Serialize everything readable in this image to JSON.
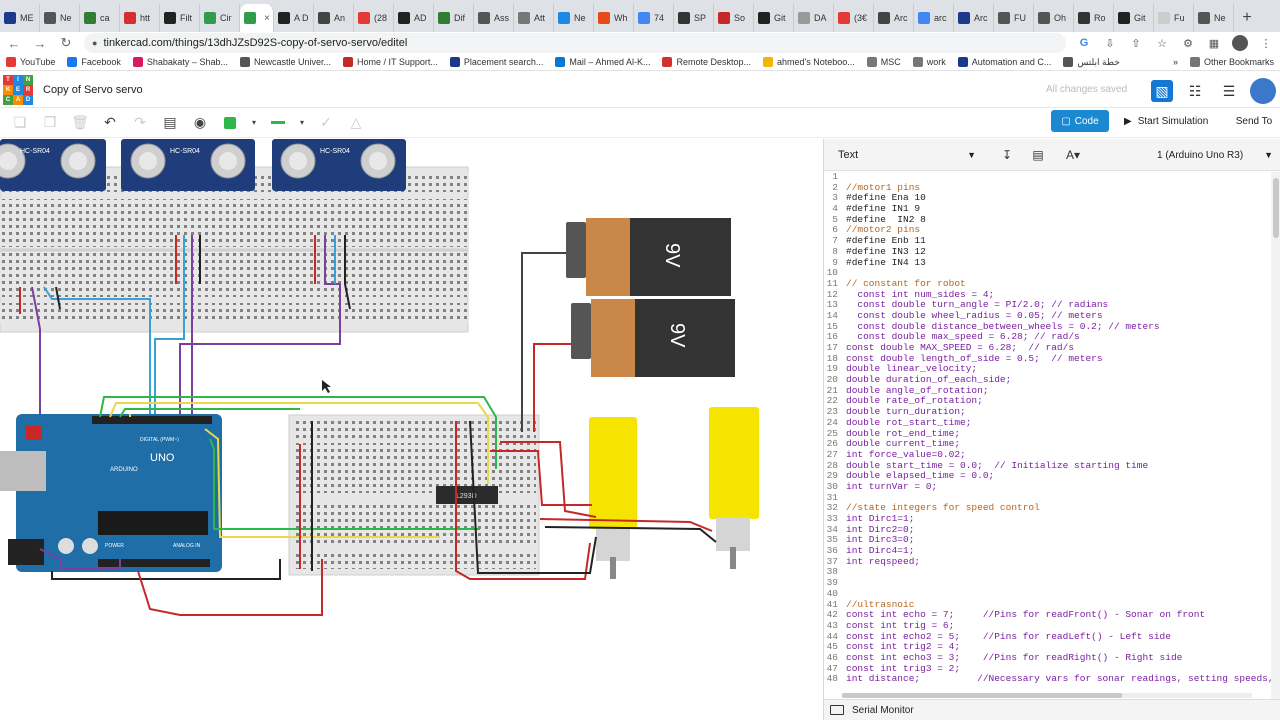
{
  "browser": {
    "tabs": [
      {
        "label": "ME",
        "color": "#1b3a8c"
      },
      {
        "label": "Ne",
        "color": "#555"
      },
      {
        "label": "ca",
        "color": "#2e7d32"
      },
      {
        "label": "htt",
        "color": "#d32f2f"
      },
      {
        "label": "Filt",
        "color": "#222"
      },
      {
        "label": "Cir",
        "color": "#2e9c4a"
      },
      {
        "label": "",
        "color": "#2e9c4a",
        "active": true
      },
      {
        "label": "A D",
        "color": "#222"
      },
      {
        "label": "An",
        "color": "#444"
      },
      {
        "label": "(28",
        "color": "#e53935"
      },
      {
        "label": "AD",
        "color": "#222"
      },
      {
        "label": "Dif",
        "color": "#2e7d32"
      },
      {
        "label": "Ass",
        "color": "#555"
      },
      {
        "label": "Att",
        "color": "#777"
      },
      {
        "label": "Ne",
        "color": "#1e88e5"
      },
      {
        "label": "Wh",
        "color": "#e64a19"
      },
      {
        "label": "74",
        "color": "#4285f4"
      },
      {
        "label": "SP",
        "color": "#333"
      },
      {
        "label": "So",
        "color": "#c62828"
      },
      {
        "label": "Git",
        "color": "#222"
      },
      {
        "label": "DA",
        "color": "#999"
      },
      {
        "label": "(3€",
        "color": "#e53935"
      },
      {
        "label": "Arc",
        "color": "#444"
      },
      {
        "label": "arc",
        "color": "#4285f4"
      },
      {
        "label": "Arc",
        "color": "#1b3a8c"
      },
      {
        "label": "FU",
        "color": "#555"
      },
      {
        "label": "Oh",
        "color": "#555"
      },
      {
        "label": "Ro",
        "color": "#333"
      },
      {
        "label": "Git",
        "color": "#222"
      },
      {
        "label": "Fu",
        "color": "#ccc"
      },
      {
        "label": "Ne",
        "color": "#555"
      }
    ],
    "new_tab": "+",
    "url": "tinkercad.com/things/13dhJZsD92S-copy-of-servo-servo/editel",
    "bookmarks": [
      {
        "label": "YouTube",
        "color": "#e53935"
      },
      {
        "label": "Facebook",
        "color": "#1877f2"
      },
      {
        "label": "Shabakaty – Shab...",
        "color": "#d81b60"
      },
      {
        "label": "Newcastle Univer...",
        "color": "#555"
      },
      {
        "label": "Home / IT Support...",
        "color": "#c62828"
      },
      {
        "label": "Placement search...",
        "color": "#1b3a8c"
      },
      {
        "label": "Mail – Ahmed Al-K...",
        "color": "#0078d4"
      },
      {
        "label": "Remote Desktop...",
        "color": "#d32f2f"
      },
      {
        "label": "ahmed's Noteboo...",
        "color": "#f4b400"
      },
      {
        "label": "MSC",
        "color": "#777"
      },
      {
        "label": "work",
        "color": "#777"
      },
      {
        "label": "Automation and C...",
        "color": "#1b3a8c"
      },
      {
        "label": "خطة ابلتس",
        "color": "#555"
      }
    ],
    "bookmarks_more": "»",
    "other_bookmarks": "Other Bookmarks"
  },
  "tinkercad": {
    "logo_letters": [
      "TIN",
      "KER",
      "CAD"
    ],
    "project_title": "Copy of Servo servo",
    "saved_status": "All changes saved",
    "code_button": "Code",
    "start_simulation": "Start Simulation",
    "send_to": "Send To"
  },
  "circuit": {
    "sensor_labels": [
      "HC-SR04",
      "HC-SR04",
      "HC-SR04"
    ],
    "battery_labels": [
      "9V",
      "9V"
    ],
    "chip_label": "L293D",
    "arduino_label": "UNO",
    "arduino_brand": "ARDUINO",
    "arduino_digital": "DIGITAL (PWM~)",
    "arduino_analog": "ANALOG IN",
    "arduino_power": "POWER"
  },
  "code_panel": {
    "mode": "Text",
    "device": "1 (Arduino Uno R3)",
    "serial_monitor": "Serial Monitor",
    "lines": [
      {
        "n": "1",
        "t": "",
        "c": "ct"
      },
      {
        "n": "2",
        "t": "//motor1 pins",
        "c": "c-com"
      },
      {
        "n": "3",
        "t": "#define Ena 10",
        "c": "ct"
      },
      {
        "n": "4",
        "t": "#define IN1 9",
        "c": "ct"
      },
      {
        "n": "5",
        "t": "#define  IN2 8",
        "c": "ct"
      },
      {
        "n": "6",
        "t": "//motor2 pins",
        "c": "c-com"
      },
      {
        "n": "7",
        "t": "#define Enb 11",
        "c": "ct"
      },
      {
        "n": "8",
        "t": "#define IN3 12",
        "c": "ct"
      },
      {
        "n": "9",
        "t": "#define IN4 13",
        "c": "ct"
      },
      {
        "n": "10",
        "t": "",
        "c": "ct"
      },
      {
        "n": "11",
        "t": "// constant for robot",
        "c": "c-com"
      },
      {
        "n": "12",
        "t": "  const int num_sides = 4;",
        "c": "c-kw"
      },
      {
        "n": "13",
        "t": "  const double turn_angle = PI/2.0; // radians",
        "c": "c-kw"
      },
      {
        "n": "14",
        "t": "  const double wheel_radius = 0.05; // meters",
        "c": "c-kw"
      },
      {
        "n": "15",
        "t": "  const double distance_between_wheels = 0.2; // meters",
        "c": "c-kw"
      },
      {
        "n": "16",
        "t": "  const double max_speed = 6.28; // rad/s",
        "c": "c-kw"
      },
      {
        "n": "17",
        "t": "const double MAX_SPEED = 6.28;  // rad/s",
        "c": "c-kw"
      },
      {
        "n": "18",
        "t": "const double length_of_side = 0.5;  // meters",
        "c": "c-kw"
      },
      {
        "n": "19",
        "t": "double linear_velocity;",
        "c": "c-kw"
      },
      {
        "n": "20",
        "t": "double duration_of_each_side;",
        "c": "c-kw"
      },
      {
        "n": "21",
        "t": "double angle_of_rotation;",
        "c": "c-kw"
      },
      {
        "n": "22",
        "t": "double rate_of_rotation;",
        "c": "c-kw"
      },
      {
        "n": "23",
        "t": "double turn_duration;",
        "c": "c-kw"
      },
      {
        "n": "24",
        "t": "double rot_start_time;",
        "c": "c-kw"
      },
      {
        "n": "25",
        "t": "double rot_end_time;",
        "c": "c-kw"
      },
      {
        "n": "26",
        "t": "double current_time;",
        "c": "c-kw"
      },
      {
        "n": "27",
        "t": "int force_value=0.02;",
        "c": "c-kw"
      },
      {
        "n": "28",
        "t": "double start_time = 0.0;  // Initialize starting time",
        "c": "c-kw"
      },
      {
        "n": "29",
        "t": "double elapsed_time = 0.0;",
        "c": "c-kw"
      },
      {
        "n": "30",
        "t": "int turnVar = 0;",
        "c": "c-kw"
      },
      {
        "n": "31",
        "t": "",
        "c": "ct"
      },
      {
        "n": "32",
        "t": "//state integers for speed control",
        "c": "c-com"
      },
      {
        "n": "33",
        "t": "int Dirc1=1;",
        "c": "c-kw"
      },
      {
        "n": "34",
        "t": "int Dirc2=0;",
        "c": "c-kw"
      },
      {
        "n": "35",
        "t": "int Dirc3=0;",
        "c": "c-kw"
      },
      {
        "n": "36",
        "t": "int Dirc4=1;",
        "c": "c-kw"
      },
      {
        "n": "37",
        "t": "int reqspeed;",
        "c": "c-kw"
      },
      {
        "n": "38",
        "t": "",
        "c": "ct"
      },
      {
        "n": "39",
        "t": "",
        "c": "ct"
      },
      {
        "n": "40",
        "t": "",
        "c": "ct"
      },
      {
        "n": "41",
        "t": "//ultrasnoic",
        "c": "c-com"
      },
      {
        "n": "42",
        "t": "const int echo = 7;     //Pins for readFront() - Sonar on front",
        "c": "c-kw"
      },
      {
        "n": "43",
        "t": "const int trig = 6;",
        "c": "c-kw"
      },
      {
        "n": "44",
        "t": "const int echo2 = 5;    //Pins for readLeft() - Left side",
        "c": "c-kw"
      },
      {
        "n": "45",
        "t": "const int trig2 = 4;",
        "c": "c-kw"
      },
      {
        "n": "46",
        "t": "const int echo3 = 3;    //Pins for readRight() - Right side",
        "c": "c-kw"
      },
      {
        "n": "47",
        "t": "const int trig3 = 2;",
        "c": "c-kw"
      },
      {
        "n": "48",
        "t": "int distance;          //Necessary vars for sonar readings, setting speeds,",
        "c": "c-kw"
      }
    ]
  }
}
